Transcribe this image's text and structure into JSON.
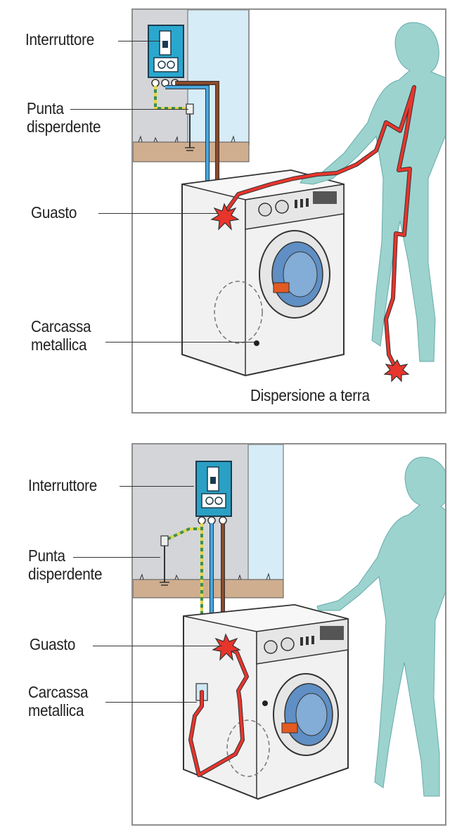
{
  "colors": {
    "wall": "#d4d5d9",
    "window": "#d6ecf6",
    "floor": "#cfae8f",
    "panel_box": "#2aa7cf",
    "appliance": "#f1f1f1",
    "appliance_shade": "#dcdcdc",
    "door_glass": "#5f8fc4",
    "person": "#9cd3cf",
    "fault_current": "#e8352c",
    "wire_brown": "#8a4a2b",
    "wire_blue": "#47a6de",
    "wire_earth_yellow": "#e2d54a",
    "wire_earth_green": "#3f8f4c",
    "handle": "#e35a22"
  },
  "top_diagram": {
    "labels": {
      "switch": "Interruttore",
      "earth_rod_line1": "Punta",
      "earth_rod_line2": "disperdente",
      "fault": "Guasto",
      "casing_line1": "Carcassa",
      "casing_line2": "metallica",
      "ground_leakage": "Dispersione a terra"
    }
  },
  "bottom_diagram": {
    "labels": {
      "switch": "Interruttore",
      "earth_rod_line1": "Punta",
      "earth_rod_line2": "disperdente",
      "fault": "Guasto",
      "casing_line1": "Carcassa",
      "casing_line2": "metallica"
    }
  },
  "icons": {
    "switch_box": "breaker-box-icon",
    "earth_rod": "earth-rod-icon",
    "fault_spark": "spark-icon",
    "washing_machine": "washing-machine-icon",
    "person": "person-silhouette-icon"
  }
}
